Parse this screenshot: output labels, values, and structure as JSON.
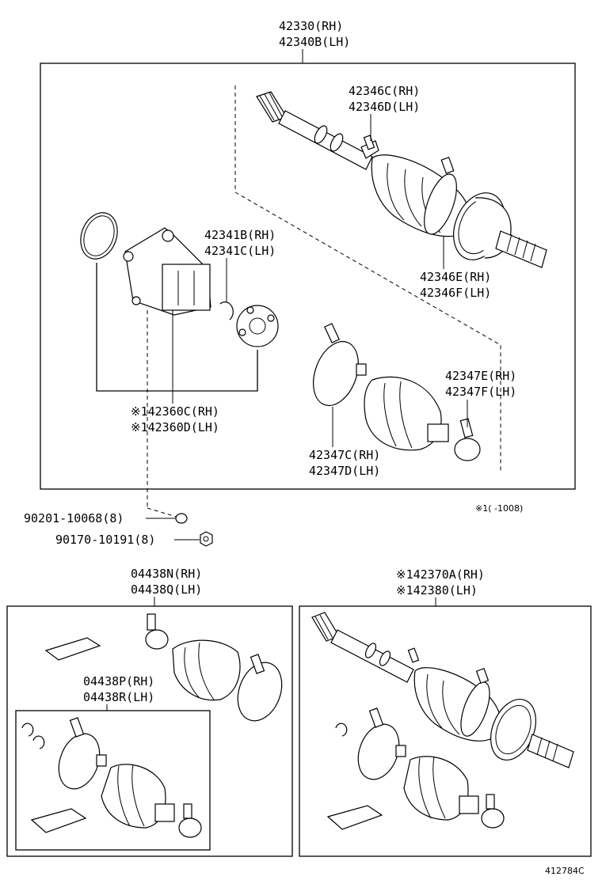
{
  "labels": {
    "shaft_assy_rh": "42330(RH)",
    "shaft_assy_lh": "42340B(LH)",
    "outer_boot_clamp_rh": "42346C(RH)",
    "outer_boot_clamp_lh": "42346D(LH)",
    "snap_ring_rh": "42341B(RH)",
    "snap_ring_lh": "42341C(LH)",
    "outer_clamp_rh": "42346E(RH)",
    "outer_clamp_lh": "42346F(LH)",
    "small_clamp_rh": "42347E(RH)",
    "small_clamp_lh": "42347F(LH)",
    "inner_joint_rh": "※142360C(RH)",
    "inner_joint_lh": "※142360D(LH)",
    "inner_boot_rh": "42347C(RH)",
    "inner_boot_lh": "42347D(LH)",
    "footnote": "※1(     -1008)",
    "bolt": "90201-10068(8)",
    "nut": "90170-10191(8)",
    "boot_kit_rh": "04438N(RH)",
    "boot_kit_lh": "04438Q(LH)",
    "inner_kit_rh": "04438P(RH)",
    "inner_kit_lh": "04438R(LH)",
    "shaft_alt_rh": "※142370A(RH)",
    "shaft_alt_lh": "※142380(LH)",
    "illustration_no": "412784C"
  }
}
